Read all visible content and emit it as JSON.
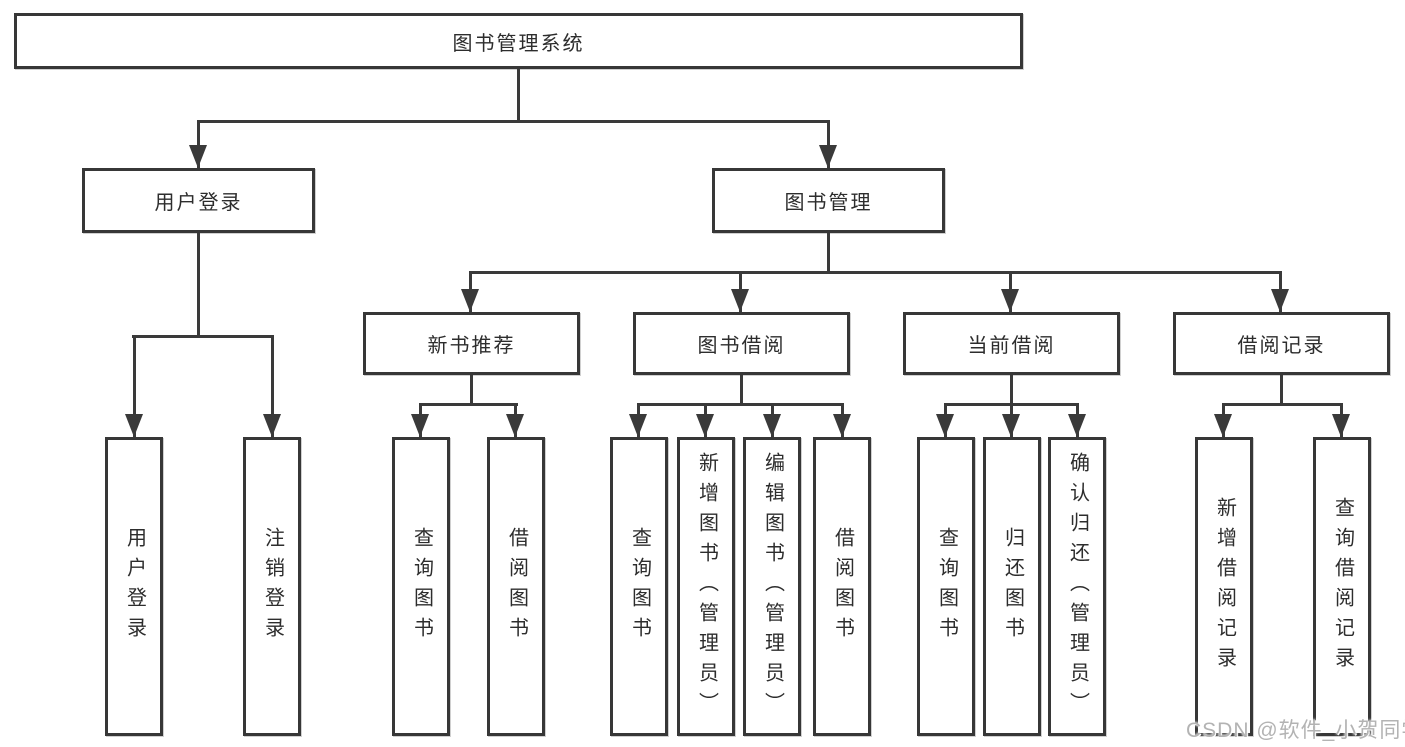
{
  "diagram": {
    "root": "图书管理系统",
    "level2": [
      "用户登录",
      "图书管理"
    ],
    "level3": [
      "新书推荐",
      "图书借阅",
      "当前借阅",
      "借阅记录"
    ],
    "leaves": {
      "user_login": [
        "用户登录",
        "注销登录"
      ],
      "new_book_recommend": [
        "查询图书",
        "借阅图书"
      ],
      "book_borrowing": [
        "查询图书",
        "新增图书（管理员）",
        "编辑图书（管理员）",
        "借阅图书"
      ],
      "current_borrowing": [
        "查询图书",
        "归还图书",
        "确认归还（管理员）"
      ],
      "borrow_records": [
        "新增借阅记录",
        "查询借阅记录"
      ]
    }
  },
  "watermark": "CSDN @软件_小贺同学",
  "colors": {
    "background": "#ffffff",
    "box_border": "#373737",
    "line": "#3a3a3a",
    "text": "#2d2d2d",
    "watermark": "#b3b3b3"
  }
}
